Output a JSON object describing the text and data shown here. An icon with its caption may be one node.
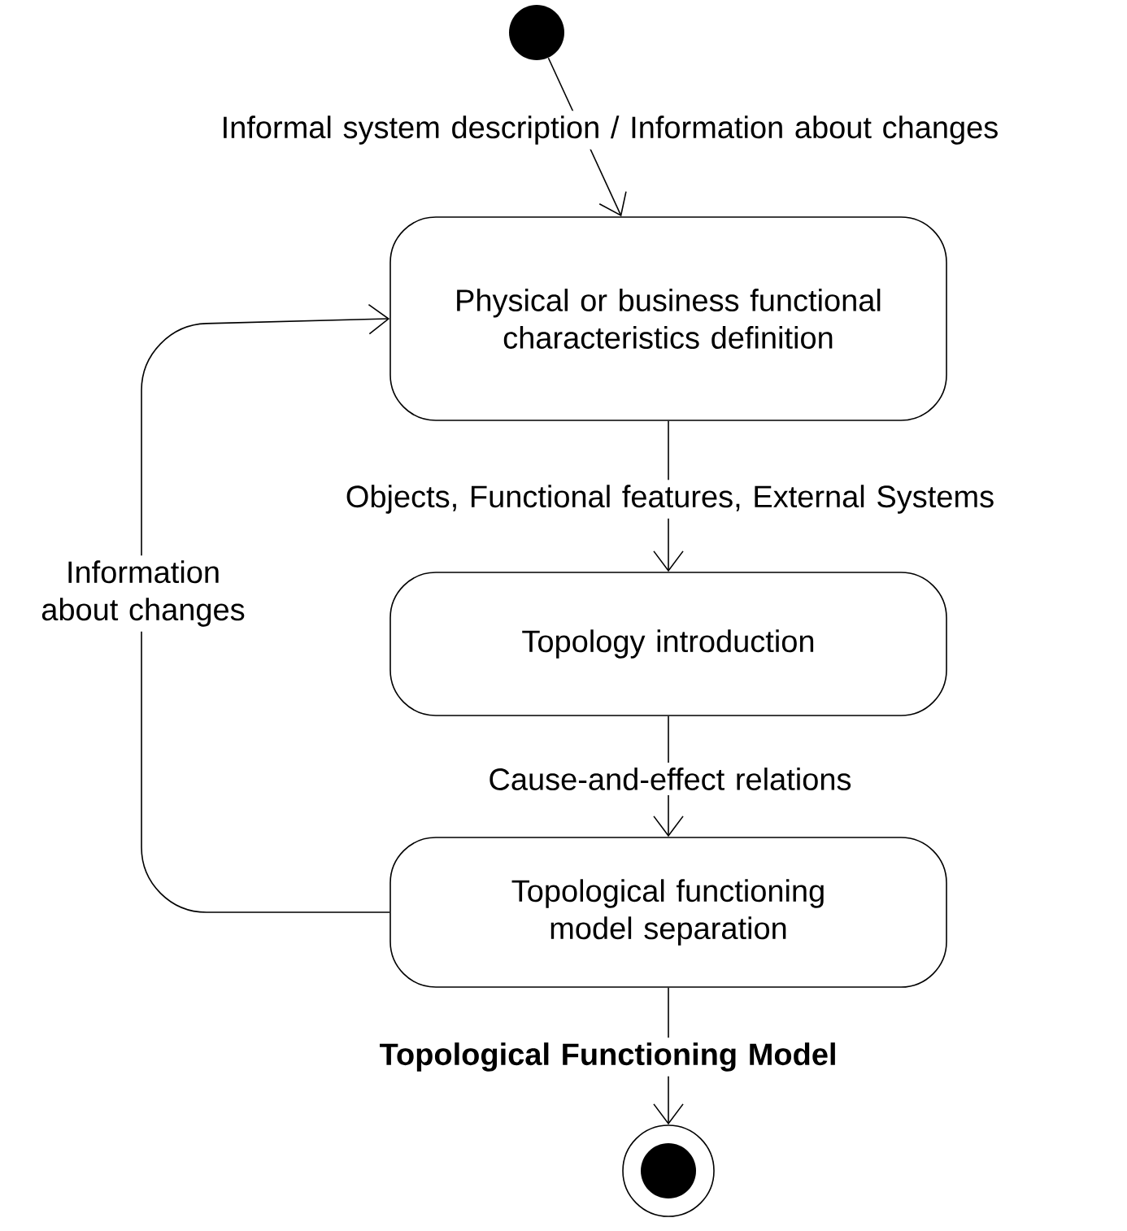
{
  "diagram": {
    "nodes": [
      {
        "text": [],
        "shape": "circle"
      },
      {
        "text": [
          "Physical or business functional characteristics definition"
        ]
      },
      {
        "text": [
          "Topology introduction"
        ]
      },
      {
        "text": [
          "Topological functioning model separation"
        ]
      },
      {
        "text": [],
        "shape": "circle"
      }
    ],
    "edges": [
      {
        "from": 0,
        "to": 1,
        "arrow": "to",
        "label": "Informal system description / Information about changes"
      },
      {
        "from": 1,
        "to": 2,
        "arrow": "to",
        "label": "Objects, Functional features, External Systems"
      },
      {
        "from": 2,
        "to": 3,
        "arrow": "to",
        "label": "Cause-and-effect relations"
      },
      {
        "from": 3,
        "to": 4,
        "arrow": "to",
        "label": "Topological Functioning Model"
      },
      {
        "from": 3,
        "to": 1,
        "arrow": "to",
        "label": "Information about changes"
      }
    ]
  }
}
